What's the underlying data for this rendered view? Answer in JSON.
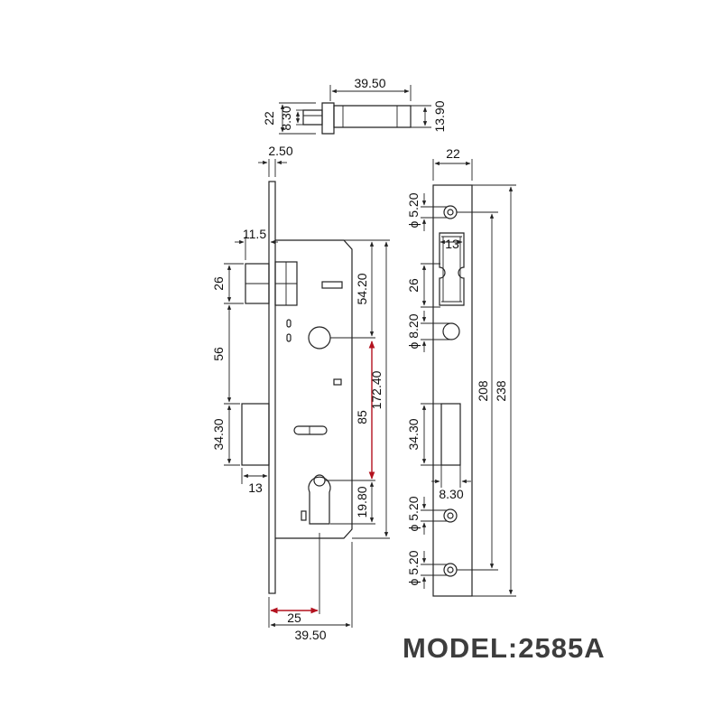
{
  "model_label": "MODEL:2585A",
  "dims": {
    "bolt_length": "39.50",
    "bolt_total": "22",
    "bolt_inner": "8.30",
    "bolt_height": "13.90",
    "faceplate_thickness": "2.50",
    "latch_offset": "11.5",
    "latch_height": "26",
    "latch_to_deadbolt": "56",
    "deadbolt_height": "34.30",
    "deadbolt_proj": "13",
    "latch_to_handle": "54.20",
    "handle_to_cylinder": "85",
    "body_height": "172.40",
    "cylinder_offset": "19.80",
    "backset": "25",
    "case_depth": "39.50",
    "plate_width": "22",
    "screw_hole_top": "5.20",
    "strike_latch_width": "13",
    "strike_latch_height": "26",
    "round_hole": "8.20",
    "strike_deadbolt_height": "34.30",
    "strike_deadbolt_width": "8.30",
    "screw_hole_mid": "5.20",
    "screw_hole_bot": "5.20",
    "screw_spacing": "208",
    "plate_length": "238"
  },
  "phi_symbol": "ϕ"
}
